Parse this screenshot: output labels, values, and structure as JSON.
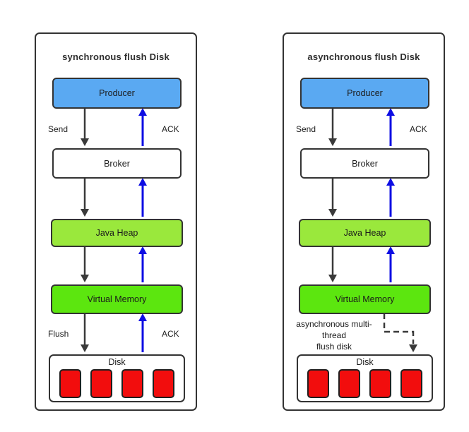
{
  "panels": [
    {
      "title": "synchronous flush Disk",
      "nodes": {
        "producer": "Producer",
        "broker": "Broker",
        "java_heap": "Java Heap",
        "virtual_memory": "Virtual Memory",
        "disk": "Disk"
      },
      "labels": {
        "send": "Send",
        "ack_top": "ACK",
        "flush": "Flush",
        "ack_bottom": "ACK"
      },
      "disk_block_count": 4
    },
    {
      "title": "asynchronous flush Disk",
      "nodes": {
        "producer": "Producer",
        "broker": "Broker",
        "java_heap": "Java Heap",
        "virtual_memory": "Virtual Memory",
        "disk": "Disk"
      },
      "labels": {
        "send": "Send",
        "ack_top": "ACK"
      },
      "async_note_lines": [
        "asynchronous multi-",
        "thread",
        "flush disk"
      ],
      "disk_block_count": 4
    }
  ],
  "colors": {
    "producer_fill": "#5AA9F2",
    "java_heap_fill": "#9AE83C",
    "virtual_memory_fill": "#5CE60F",
    "disk_block_fill": "#F20D0D",
    "ack_arrow_blue": "#0D0DE3",
    "flow_arrow_dark": "#3A3A3A",
    "border_dark": "#333333"
  }
}
